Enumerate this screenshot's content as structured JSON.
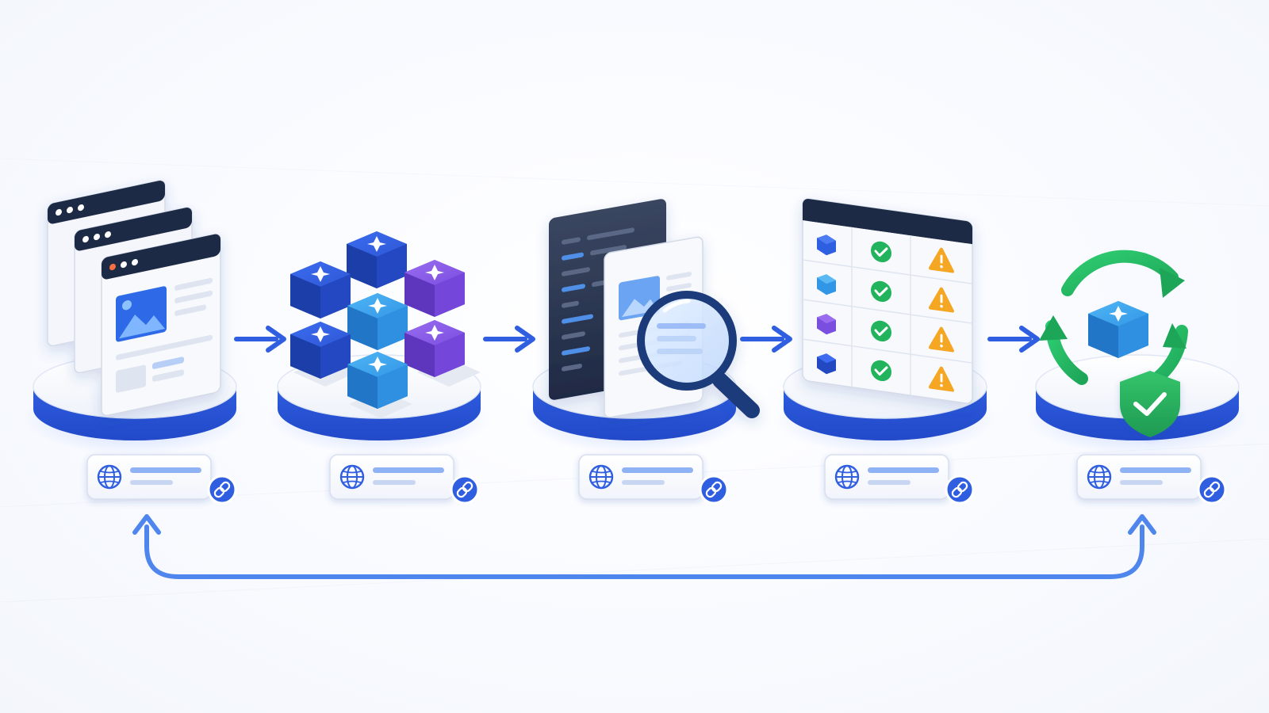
{
  "diagram": {
    "stages": [
      {
        "id": "webpages",
        "icon": "web-pages-icon"
      },
      {
        "id": "blocks",
        "icon": "content-blocks-icon"
      },
      {
        "id": "inspection",
        "icon": "magnifier-inspection-icon"
      },
      {
        "id": "validation",
        "icon": "validation-table-icon"
      },
      {
        "id": "sync",
        "icon": "sync-shield-icon"
      }
    ],
    "link_card_icons": [
      "globe-icon",
      "link-icon"
    ],
    "colors": {
      "primary": "#2f5fe0",
      "primary_dark": "#1f44b8",
      "light_blue": "#3aa0ef",
      "purple": "#7a4fe0",
      "green": "#23b35d",
      "warning": "#f5a623",
      "navy": "#1f2a44",
      "loop_arrow": "#4f86ee"
    }
  }
}
